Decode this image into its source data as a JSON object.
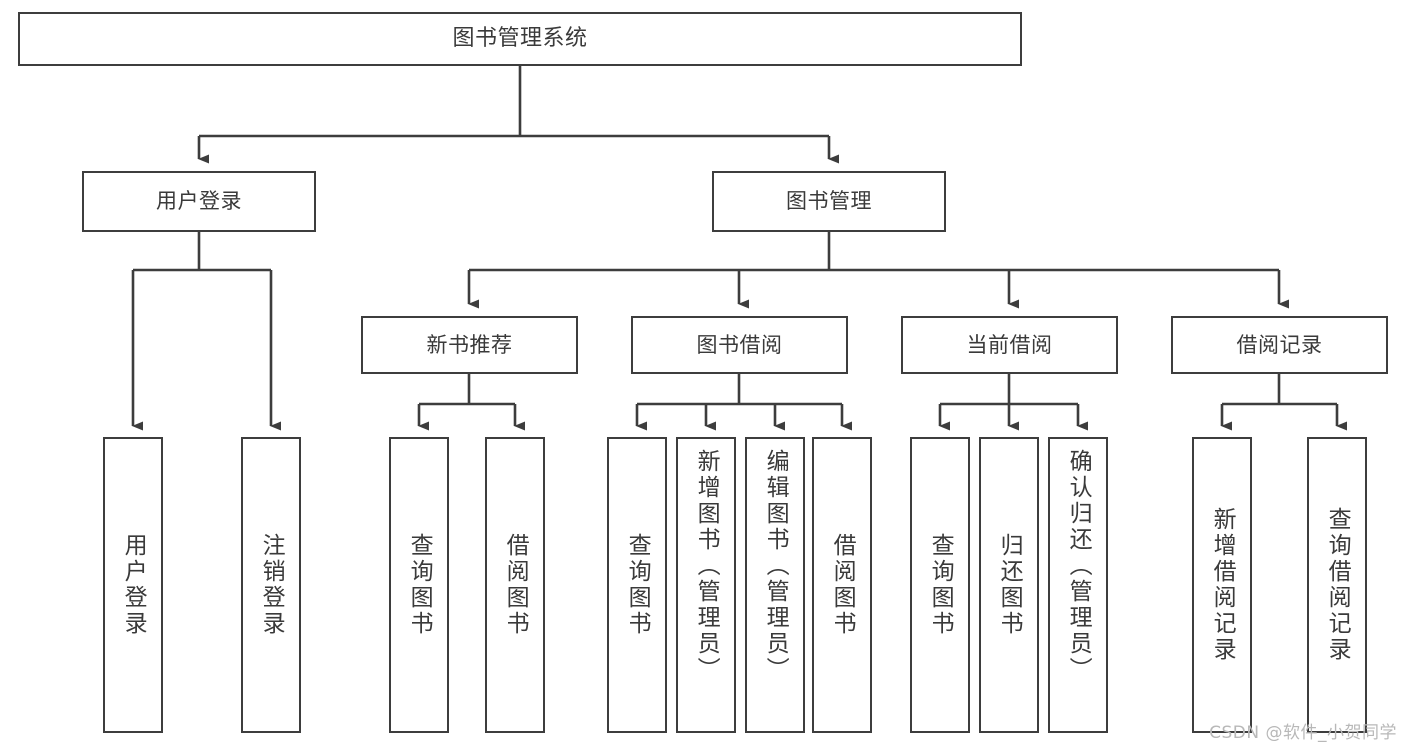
{
  "diagram": {
    "title": "图书管理系统",
    "type": "hierarchy-tree",
    "colors": {
      "stroke": "#3d3d3d",
      "text": "#3a3a3a",
      "background": "#ffffff",
      "watermark": "#b8b8b8"
    },
    "root": {
      "label": "图书管理系统"
    },
    "level1": [
      {
        "label": "用户登录"
      },
      {
        "label": "图书管理"
      }
    ],
    "level2": [
      {
        "label": "新书推荐"
      },
      {
        "label": "图书借阅"
      },
      {
        "label": "当前借阅"
      },
      {
        "label": "借阅记录"
      }
    ],
    "leaves": {
      "user_login": [
        {
          "label": "用户登录"
        },
        {
          "label": "注销登录"
        }
      ],
      "new_book_recommend": [
        {
          "label": "查询图书"
        },
        {
          "label": "借阅图书"
        }
      ],
      "book_borrow": [
        {
          "label": "查询图书"
        },
        {
          "label": "新增图书（管理员）"
        },
        {
          "label": "编辑图书（管理员）"
        },
        {
          "label": "借阅图书"
        }
      ],
      "current_borrow": [
        {
          "label": "查询图书"
        },
        {
          "label": "归还图书"
        },
        {
          "label": "确认归还（管理员）"
        }
      ],
      "borrow_record": [
        {
          "label": "新增借阅记录"
        },
        {
          "label": "查询借阅记录"
        }
      ]
    }
  },
  "watermark": {
    "text": "CSDN @软件_小贺同学"
  }
}
